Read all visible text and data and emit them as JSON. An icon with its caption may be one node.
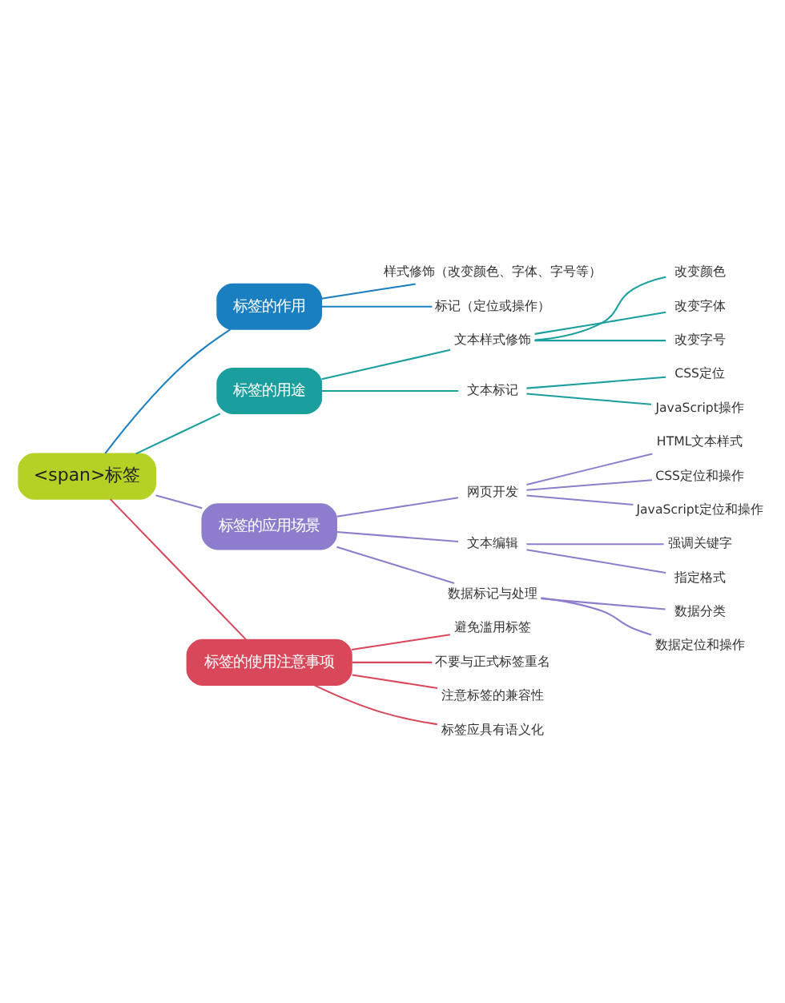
{
  "diagram": {
    "nodes": [
      {
        "text": [
          "<span>标签"
        ]
      },
      {
        "text": [
          "标签的作用"
        ]
      },
      {
        "text": [
          "样式修饰（改变颜色、字体、字号等）"
        ]
      },
      {
        "text": [
          "标记（定位或操作）"
        ]
      },
      {
        "text": [
          "标签的用途"
        ]
      },
      {
        "text": [
          "文本样式修饰"
        ]
      },
      {
        "text": [
          "改变颜色"
        ]
      },
      {
        "text": [
          "改变字体"
        ]
      },
      {
        "text": [
          "改变字号"
        ]
      },
      {
        "text": [
          "文本标记"
        ]
      },
      {
        "text": [
          "CSS定位"
        ]
      },
      {
        "text": [
          "JavaScript操作"
        ]
      },
      {
        "text": [
          "标签的应用场景"
        ]
      },
      {
        "text": [
          "网页开发"
        ]
      },
      {
        "text": [
          "HTML文本样式"
        ]
      },
      {
        "text": [
          "CSS定位和操作"
        ]
      },
      {
        "text": [
          "JavaScript定位和操作"
        ]
      },
      {
        "text": [
          "文本编辑"
        ]
      },
      {
        "text": [
          "强调关键字"
        ]
      },
      {
        "text": [
          "指定格式"
        ]
      },
      {
        "text": [
          "数据标记与处理"
        ]
      },
      {
        "text": [
          "数据分类"
        ]
      },
      {
        "text": [
          "数据定位和操作"
        ]
      },
      {
        "text": [
          "标签的使用注意事项"
        ]
      },
      {
        "text": [
          "避免滥用标签"
        ]
      },
      {
        "text": [
          "不要与正式标签重名"
        ]
      },
      {
        "text": [
          "注意标签的兼容性"
        ]
      },
      {
        "text": [
          "标签应具有语义化"
        ]
      }
    ],
    "edges": [
      {
        "from": 0,
        "to": 1,
        "arrow": "none",
        "color": "#1a7fc1"
      },
      {
        "from": 1,
        "to": 2,
        "arrow": "none",
        "color": "#1a7fc1"
      },
      {
        "from": 1,
        "to": 3,
        "arrow": "none",
        "color": "#1a7fc1"
      },
      {
        "from": 0,
        "to": 4,
        "arrow": "none",
        "color": "#1a9e9e"
      },
      {
        "from": 4,
        "to": 5,
        "arrow": "none",
        "color": "#1a9e9e"
      },
      {
        "from": 5,
        "to": 6,
        "arrow": "none",
        "color": "#1a9e9e"
      },
      {
        "from": 5,
        "to": 7,
        "arrow": "none",
        "color": "#1a9e9e"
      },
      {
        "from": 5,
        "to": 8,
        "arrow": "none",
        "color": "#1a9e9e"
      },
      {
        "from": 4,
        "to": 9,
        "arrow": "none",
        "color": "#1a9e9e"
      },
      {
        "from": 9,
        "to": 10,
        "arrow": "none",
        "color": "#1a9e9e"
      },
      {
        "from": 9,
        "to": 11,
        "arrow": "none",
        "color": "#1a9e9e"
      },
      {
        "from": 0,
        "to": 12,
        "arrow": "none",
        "color": "#8e7ccc"
      },
      {
        "from": 12,
        "to": 13,
        "arrow": "none",
        "color": "#8e7ccc"
      },
      {
        "from": 13,
        "to": 14,
        "arrow": "none",
        "color": "#8e7ccc"
      },
      {
        "from": 13,
        "to": 15,
        "arrow": "none",
        "color": "#8e7ccc"
      },
      {
        "from": 13,
        "to": 16,
        "arrow": "none",
        "color": "#8e7ccc"
      },
      {
        "from": 12,
        "to": 17,
        "arrow": "none",
        "color": "#8e7ccc"
      },
      {
        "from": 17,
        "to": 18,
        "arrow": "none",
        "color": "#8e7ccc"
      },
      {
        "from": 17,
        "to": 19,
        "arrow": "none",
        "color": "#8e7ccc"
      },
      {
        "from": 12,
        "to": 20,
        "arrow": "none",
        "color": "#8e7ccc"
      },
      {
        "from": 20,
        "to": 21,
        "arrow": "none",
        "color": "#8e7ccc"
      },
      {
        "from": 20,
        "to": 22,
        "arrow": "none",
        "color": "#8e7ccc"
      },
      {
        "from": 0,
        "to": 23,
        "arrow": "none",
        "color": "#d9475a"
      },
      {
        "from": 23,
        "to": 24,
        "arrow": "none",
        "color": "#d9475a"
      },
      {
        "from": 23,
        "to": 25,
        "arrow": "none",
        "color": "#d9475a"
      },
      {
        "from": 23,
        "to": 26,
        "arrow": "none",
        "color": "#d9475a"
      },
      {
        "from": 23,
        "to": 27,
        "arrow": "none",
        "color": "#d9475a"
      }
    ]
  }
}
